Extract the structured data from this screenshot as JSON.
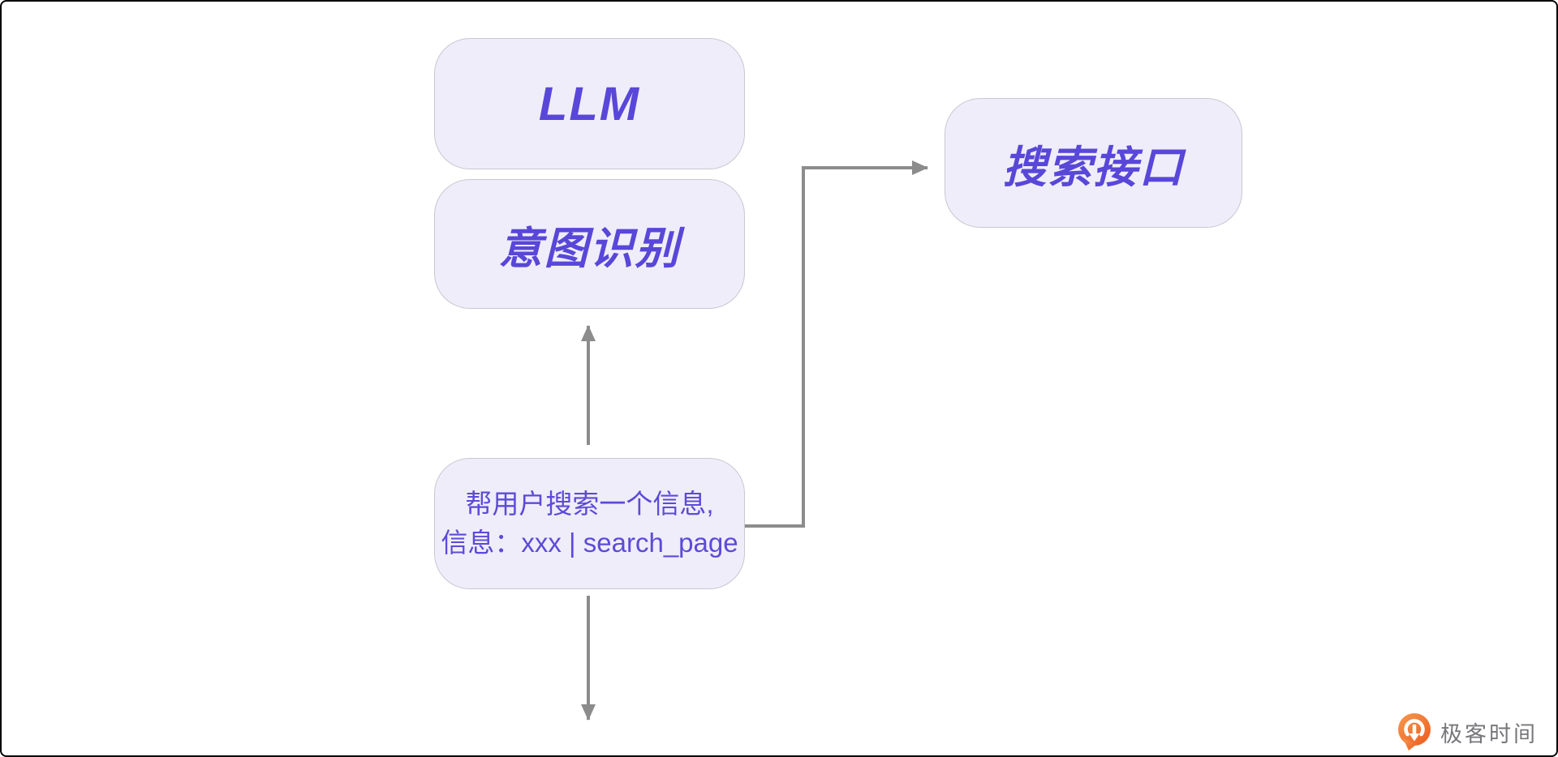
{
  "colors": {
    "canvas_border": "#000000",
    "node_fill": "#EFEDF9",
    "node_border": "#C9C7D1",
    "node_text": "#5847D8",
    "prompt_text": "#5C4BD8",
    "arrow": "#8C8C8C",
    "logo_orange_light": "#F79A4D",
    "logo_orange_dark": "#EC5B20",
    "logo_text": "#77777B"
  },
  "diagram": {
    "nodes": {
      "llm": {
        "label": "LLM"
      },
      "intent": {
        "label": "意图识别"
      },
      "search_api": {
        "label": "搜索接口"
      },
      "prompt": {
        "line1": "帮用户搜索一个信息,",
        "line2": "信息：xxx | search_page"
      }
    },
    "edges": [
      {
        "from": "prompt",
        "to": "intent",
        "shape": "straight-up-arrow"
      },
      {
        "from": "prompt",
        "to": "search_api",
        "shape": "elbow-right-up-right-arrow"
      },
      {
        "from": "prompt",
        "to": "below",
        "shape": "straight-down-arrow"
      }
    ]
  },
  "footer": {
    "logo_text": "极客时间"
  }
}
